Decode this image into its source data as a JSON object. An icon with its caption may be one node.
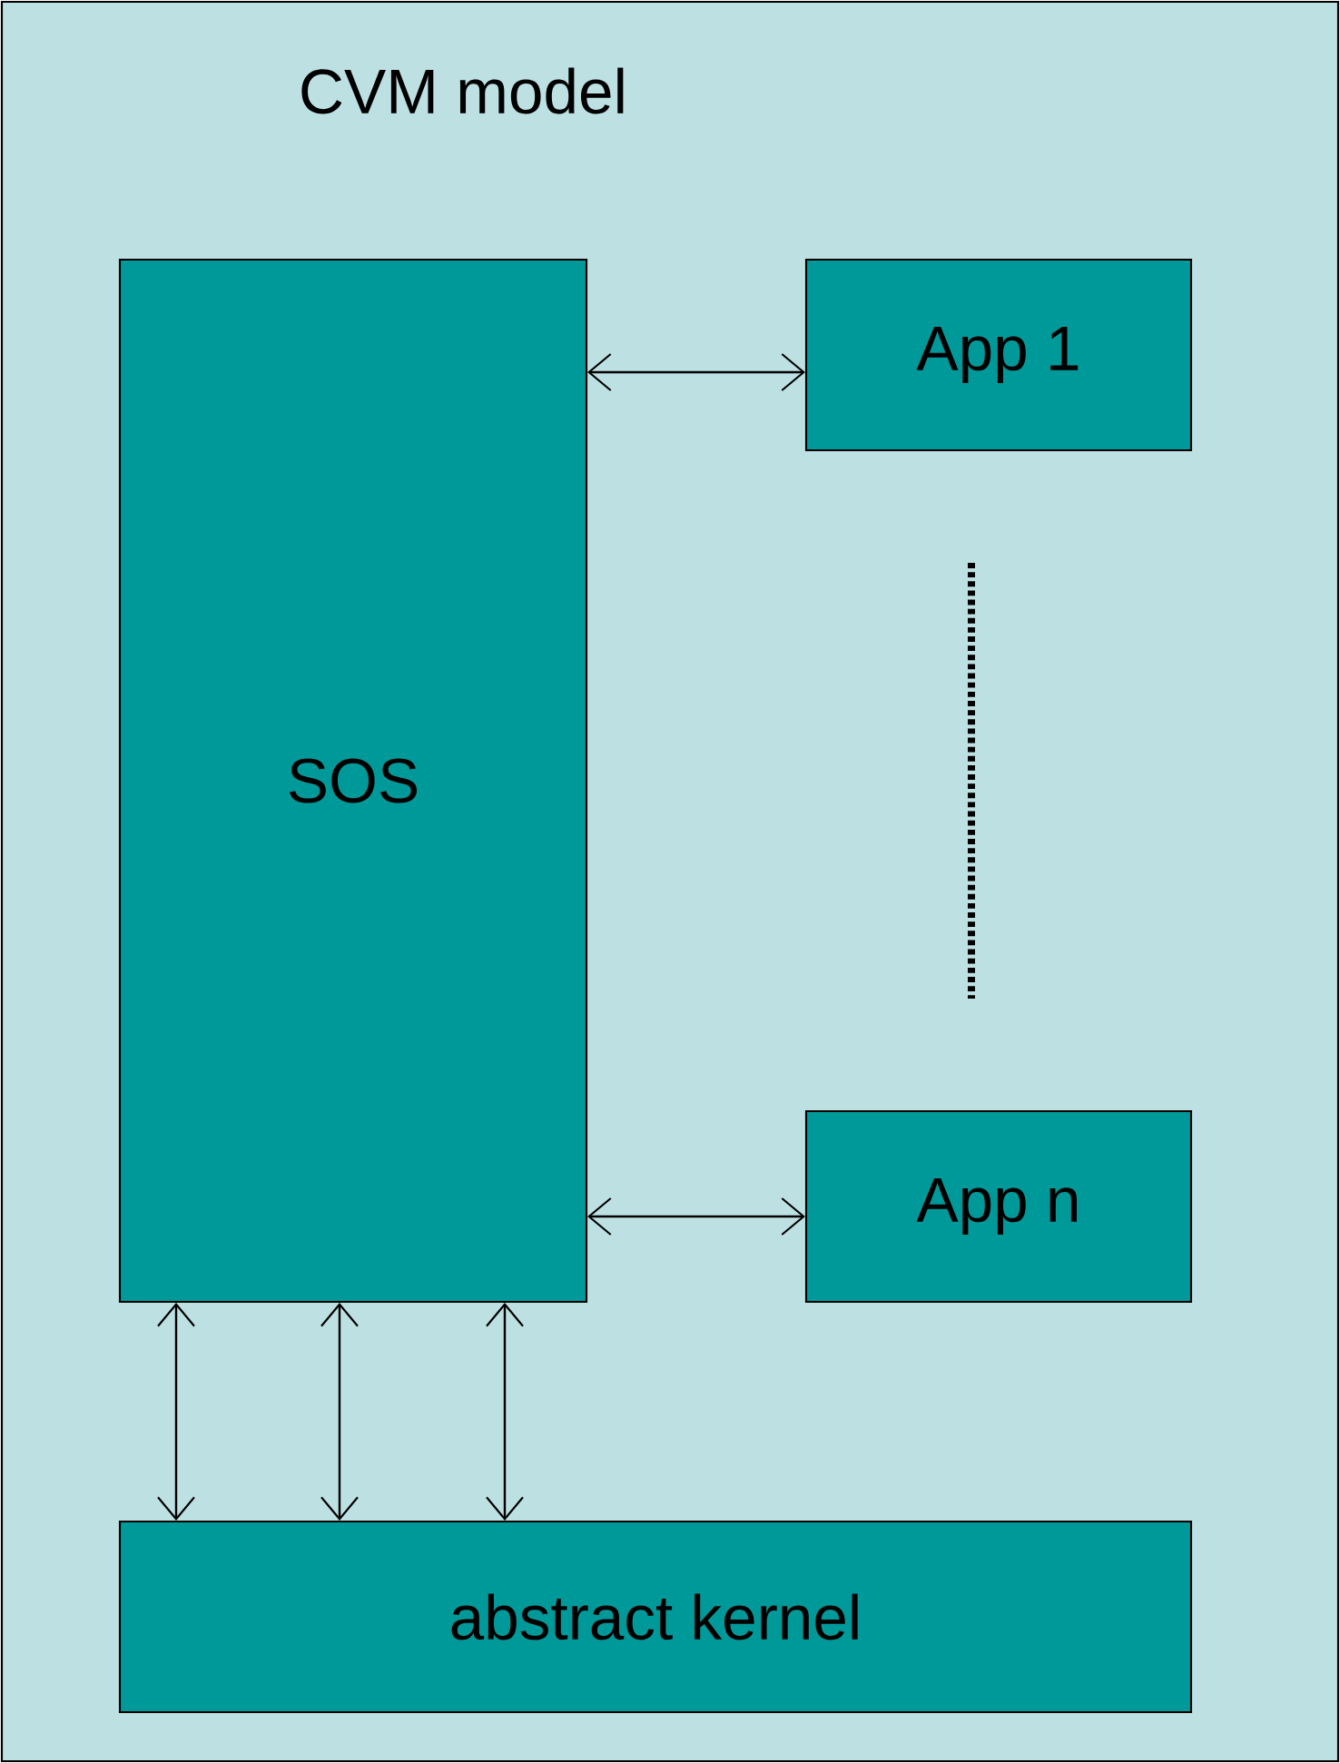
{
  "diagram": {
    "nodes": [
      {
        "text": [
          "CVM model"
        ]
      },
      {
        "text": [
          "SOS"
        ],
        "in": 0
      },
      {
        "text": [
          "App 1"
        ],
        "in": 0
      },
      {
        "text": [
          "App n"
        ],
        "in": 0
      },
      {
        "text": [
          "abstract kernel"
        ],
        "in": 0
      }
    ],
    "edges": [
      {
        "from": 1,
        "to": 2,
        "arrow": "both"
      },
      {
        "from": 1,
        "to": 3,
        "arrow": "both"
      },
      {
        "from": 1,
        "to": 4,
        "arrow": "both"
      },
      {
        "from": 1,
        "to": 4,
        "arrow": "both"
      },
      {
        "from": 1,
        "to": 4,
        "arrow": "both"
      }
    ]
  }
}
